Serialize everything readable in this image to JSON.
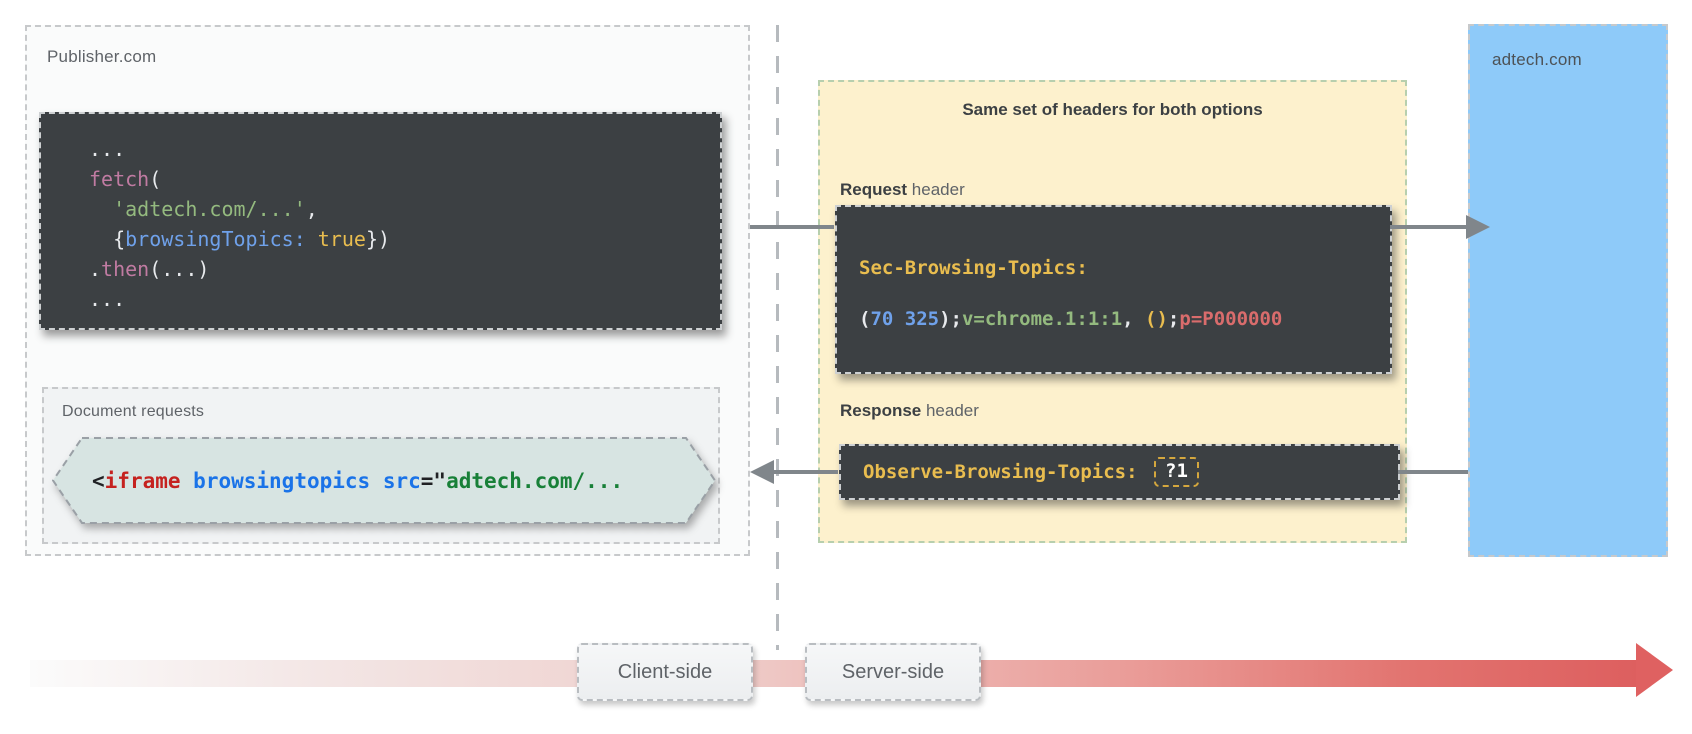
{
  "publisher": {
    "label": "Publisher.com",
    "fetch_code_lines": [
      [
        {
          "t": "...",
          "c": "w"
        }
      ],
      [
        {
          "t": "fetch",
          "c": "pink"
        },
        {
          "t": "(",
          "c": "w"
        }
      ],
      [
        {
          "t": "  ",
          "c": "w"
        },
        {
          "t": "'adtech.com/...'",
          "c": "green"
        },
        {
          "t": ",",
          "c": "w"
        }
      ],
      [
        {
          "t": "  {",
          "c": "w"
        },
        {
          "t": "browsingTopics:",
          "c": "blue"
        },
        {
          "t": " ",
          "c": "w"
        },
        {
          "t": "true",
          "c": "yellow"
        },
        {
          "t": "})",
          "c": "w"
        }
      ],
      [
        {
          "t": ".",
          "c": "w"
        },
        {
          "t": "then",
          "c": "pink"
        },
        {
          "t": "(...)",
          "c": "w"
        }
      ],
      [
        {
          "t": "...",
          "c": "w"
        }
      ]
    ],
    "document_requests": {
      "label": "Document requests",
      "iframe_code": [
        {
          "t": "<",
          "c": "dark"
        },
        {
          "t": "iframe",
          "c": "tag"
        },
        {
          "t": " ",
          "c": "dark"
        },
        {
          "t": "browsingtopics",
          "c": "attr"
        },
        {
          "t": " ",
          "c": "dark"
        },
        {
          "t": "src",
          "c": "attr"
        },
        {
          "t": "=\"",
          "c": "dark"
        },
        {
          "t": "adtech.com/...",
          "c": "str"
        }
      ]
    }
  },
  "headers_panel": {
    "title": "Same set of headers for both options",
    "request": {
      "label_bold": "Request",
      "label_rest": " header",
      "code_lines": [
        [
          {
            "t": "Sec-Browsing-Topics:",
            "c": "yellow"
          }
        ],
        [
          {
            "t": "(",
            "c": "w"
          },
          {
            "t": "70 325",
            "c": "blue"
          },
          {
            "t": ");",
            "c": "w"
          },
          {
            "t": "v=chrome.1:1:1",
            "c": "green"
          },
          {
            "t": ", ",
            "c": "w"
          },
          {
            "t": "()",
            "c": "yellow"
          },
          {
            "t": ";",
            "c": "w"
          },
          {
            "t": "p=P000000",
            "c": "red"
          }
        ]
      ]
    },
    "response": {
      "label_bold": "Response",
      "label_rest": " header",
      "code_tokens": [
        {
          "t": "Observe-Browsing-Topics:",
          "c": "yellow"
        },
        {
          "t": " ",
          "c": "w"
        },
        {
          "t": "?1",
          "c": "boxed"
        }
      ]
    }
  },
  "adtech": {
    "label": "adtech.com"
  },
  "timeline": {
    "client_label": "Client-side",
    "server_label": "Server-side"
  },
  "colors": {
    "code_block_bg": "#3c4043",
    "headers_panel_bg": "#fdf1cd",
    "adtech_bg": "#8ecaf9",
    "arrow_gray": "#80868b",
    "timeline_red": "#dd5f5f",
    "token_yellow": "#e9bd4f",
    "token_blue": "#6fa1ea",
    "token_green": "#94ba7f",
    "token_pink": "#c07ba2",
    "token_red": "#d96c6c"
  }
}
